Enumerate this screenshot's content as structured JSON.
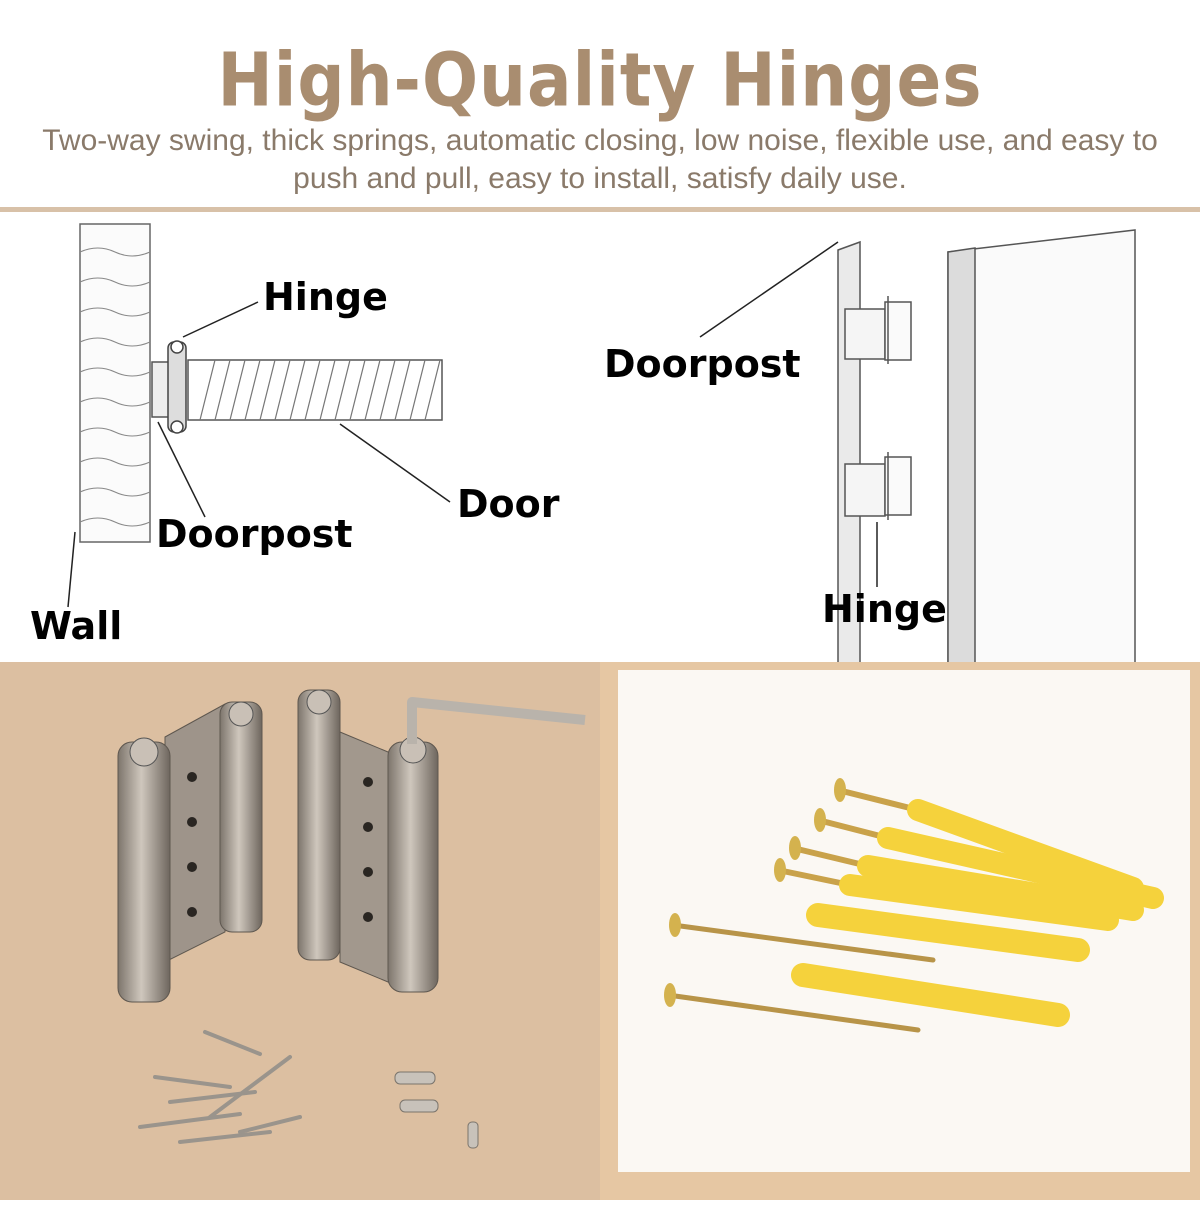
{
  "header": {
    "title": "High-Quality Hinges",
    "subtitle": "Two-way swing, thick springs, automatic closing, low noise, flexible use, and easy to push and pull, easy to install, satisfy daily use."
  },
  "diagram_left": {
    "hinge_label": "Hinge",
    "doorpost_label": "Doorpost",
    "door_label": "Door",
    "wall_label": "Wall"
  },
  "diagram_right": {
    "doorpost_label": "Doorpost",
    "hinge_label": "Hinge"
  },
  "colors": {
    "title": "#a98d70",
    "subtitle": "#8a7a6a",
    "divider": "#d8c1a8",
    "photo_left_bg": "#dcbfa1",
    "photo_right_frame": "#e6c7a3",
    "plug": "#f5d23c",
    "screw_brass": "#c9a24a"
  }
}
